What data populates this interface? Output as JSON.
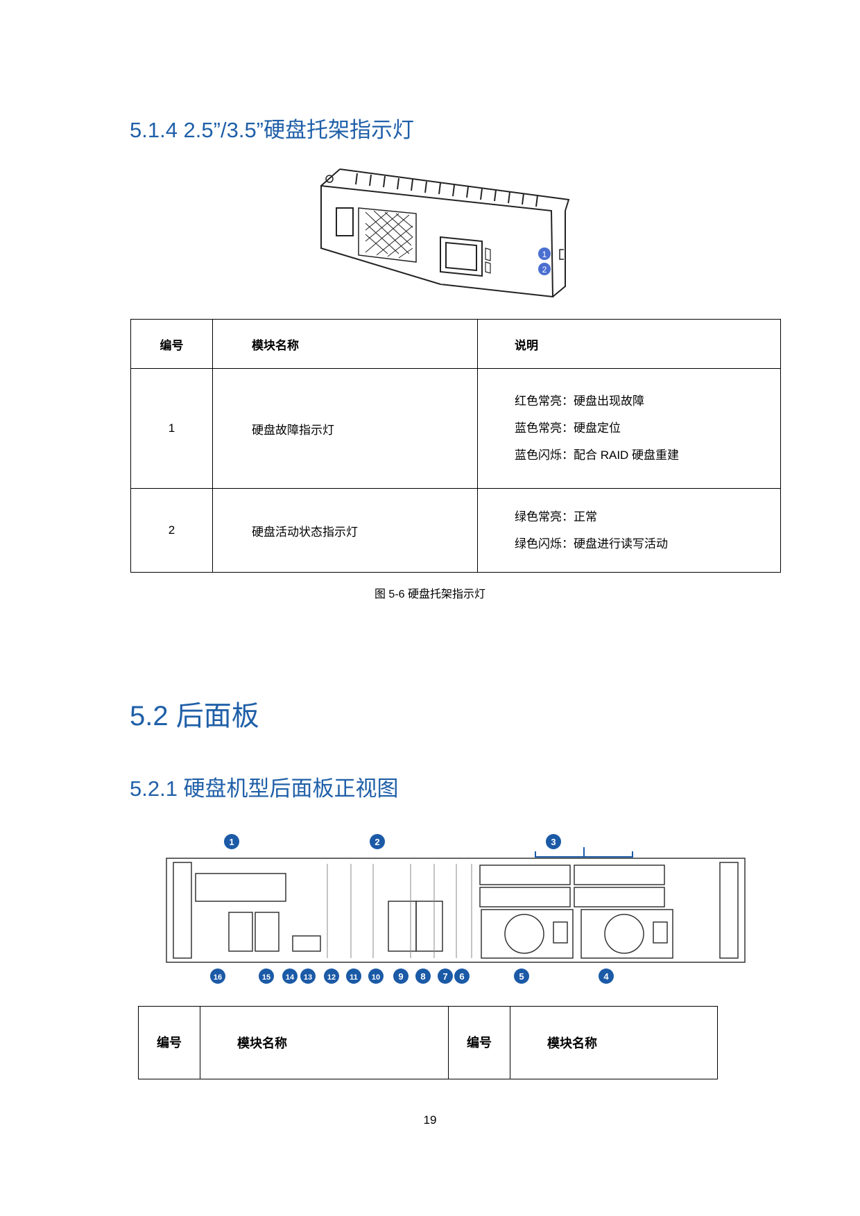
{
  "headings": {
    "h514": "5.1.4 2.5”/3.5”硬盘托架指示灯",
    "h52": "5.2  后面板",
    "h521": "5.2.1  硬盘机型后面板正视图"
  },
  "caddy_figure": {
    "callouts": [
      "1",
      "2"
    ],
    "callout_color": "#4a6fd0"
  },
  "led_table": {
    "headers": [
      "编号",
      "模块名称",
      "说明"
    ],
    "rows": [
      {
        "id": "1",
        "name": "硬盘故障指示灯",
        "desc": [
          "红色常亮：硬盘出现故障",
          "蓝色常亮：硬盘定位",
          "蓝色闪烁：配合 RAID  硬盘重建"
        ]
      },
      {
        "id": "2",
        "name": "硬盘活动状态指示灯",
        "desc": [
          "绿色常亮：正常",
          "绿色闪烁：硬盘进行读写活动"
        ]
      }
    ]
  },
  "caption": "图  5-6 硬盘托架指示灯",
  "rear_figure": {
    "callouts_top": [
      "1",
      "2",
      "3"
    ],
    "callouts_bottom": [
      "16",
      "15",
      "14",
      "13",
      "12",
      "11",
      "10",
      "9",
      "8",
      "7",
      "6",
      "5",
      "4"
    ],
    "callout_color": "#1b5aa6"
  },
  "rear_table": {
    "headers": [
      "编号",
      "模块名称",
      "编号",
      "模块名称"
    ]
  },
  "page_number": "19"
}
